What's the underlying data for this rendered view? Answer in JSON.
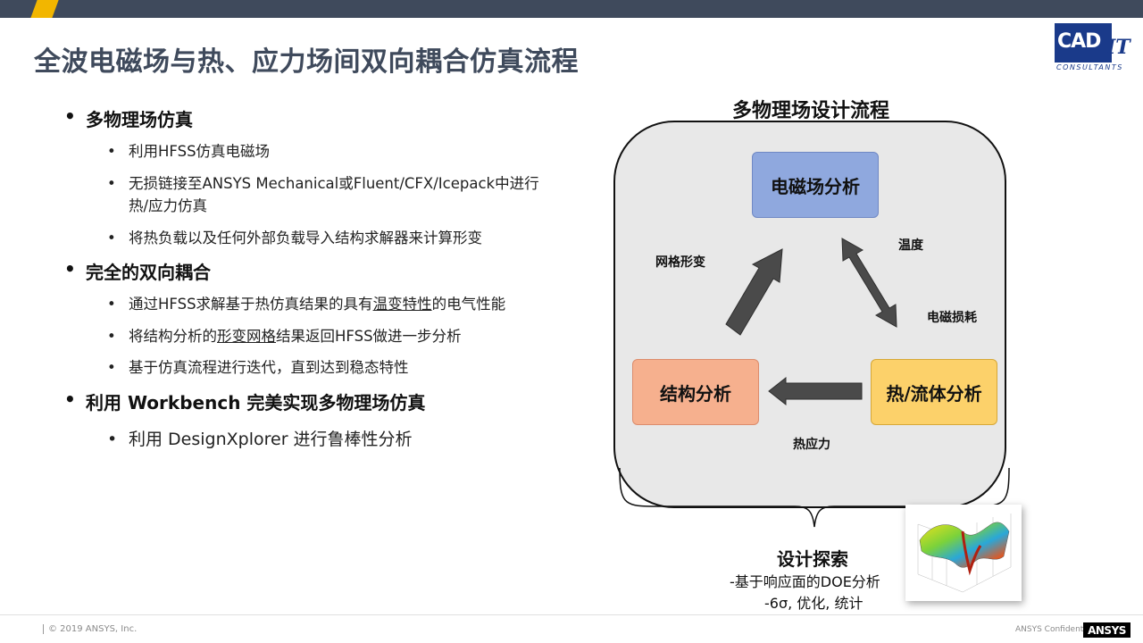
{
  "header": {
    "title": "全波电磁场与热、应力场间双向耦合仿真流程"
  },
  "logo": {
    "main": "CAD",
    "it": "IT",
    "sub": "CONSULTANTS"
  },
  "bullets": [
    {
      "label": "多物理场仿真",
      "sub": [
        "利用HFSS仿真电磁场",
        "无损链接至ANSYS Mechanical或Fluent/CFX/Icepack中进行热/应力仿真",
        "将热负载以及任何外部负载导入结构求解器来计算形变"
      ]
    },
    {
      "label": "完全的双向耦合",
      "sub": [
        {
          "pre": "通过HFSS求解基于热仿真结果的具有",
          "u": "温变特性",
          "post": "的电气性能"
        },
        {
          "pre": "将结构分析的",
          "u": "形变网格",
          "post": "结果返回HFSS做进一步分析"
        },
        "基于仿真流程进行迭代，直到达到稳态特性"
      ]
    },
    {
      "label": "利用 Workbench 完美实现多物理场仿真",
      "sub": [
        "利用 DesignXplorer 进行鲁棒性分析"
      ]
    }
  ],
  "diagram": {
    "title": "多物理场设计流程",
    "boxes": {
      "em": "电磁场分析",
      "structural": "结构分析",
      "thermal": "热/流体分析"
    },
    "labels": {
      "mesh": "网格形变",
      "temp": "温度",
      "loss": "电磁损耗",
      "stress": "热应力"
    },
    "colors": {
      "em": "#8fa8de",
      "structural": "#f6b08e",
      "thermal": "#fcd16a",
      "arrow": "#4a4a4a"
    }
  },
  "explore": {
    "title": "设计探索",
    "line1": "-基于响应面的DOE分析",
    "line2": "-6σ, 优化, 统计"
  },
  "footer": {
    "copyright": "© 2019 ANSYS, Inc.",
    "confidential": "ANSYS Confidential",
    "brand": "ANSYS"
  }
}
